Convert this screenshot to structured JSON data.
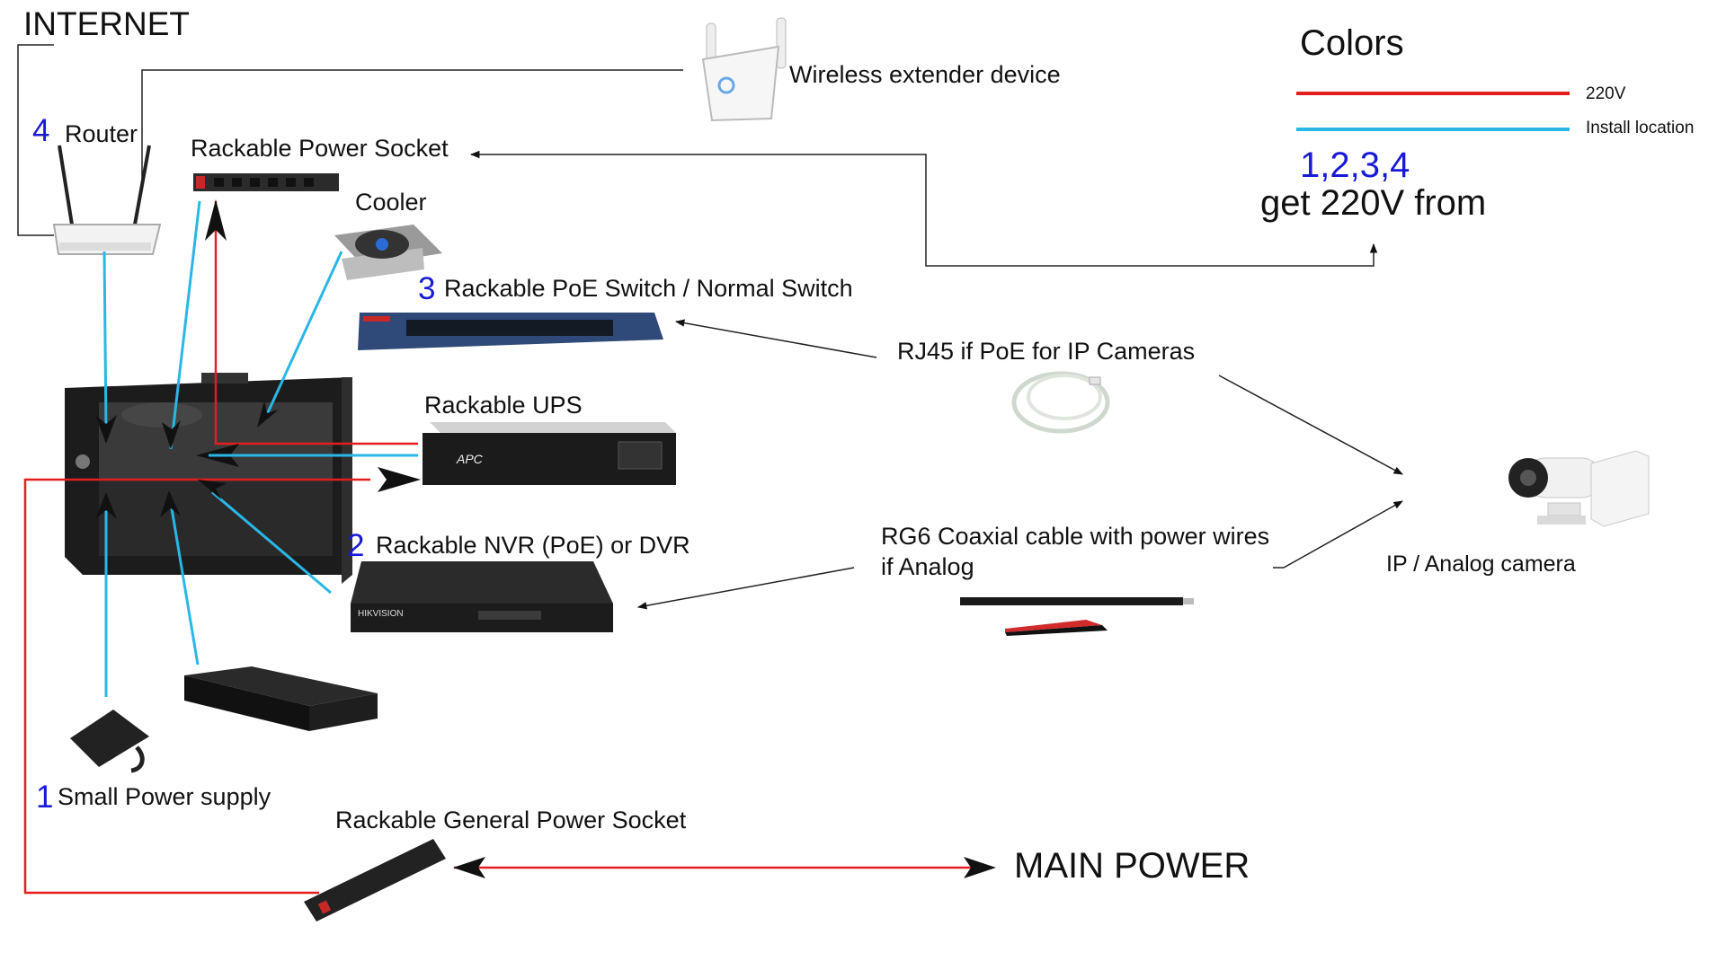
{
  "colors": {
    "power_line": "#e41e1e",
    "install_line": "#2ab7e6",
    "signal_line": "#222222",
    "number_blue": "#1a1ad6"
  },
  "labels": {
    "internet": "INTERNET",
    "router": "Router",
    "router_num": "4",
    "wireless_extender": "Wireless extender device",
    "power_socket": "Rackable Power Socket",
    "cooler": "Cooler",
    "switch_num": "3",
    "switch": "Rackable PoE Switch / Normal Switch",
    "ups": "Rackable UPS",
    "nvr_num": "2",
    "nvr": "Rackable NVR (PoE) or DVR",
    "small_psu_num": "1",
    "small_psu": "Small Power supply",
    "general_socket": "Rackable General Power Socket",
    "main_power": "MAIN POWER",
    "rj45": "RJ45 if PoE for IP Cameras",
    "rg6_line1": "RG6 Coaxial cable with power wires",
    "rg6_line2": "if Analog",
    "camera": "IP / Analog camera"
  },
  "legend": {
    "title": "Colors",
    "items": [
      {
        "label": "220V",
        "color": "#e41e1e"
      },
      {
        "label": "Install location",
        "color": "#2ab7e6"
      }
    ],
    "numbers": "1,2,3,4",
    "note": "get 220V from"
  },
  "device_marks": {
    "ups_brand": "APC",
    "nvr_brand": "HIKVISION"
  }
}
